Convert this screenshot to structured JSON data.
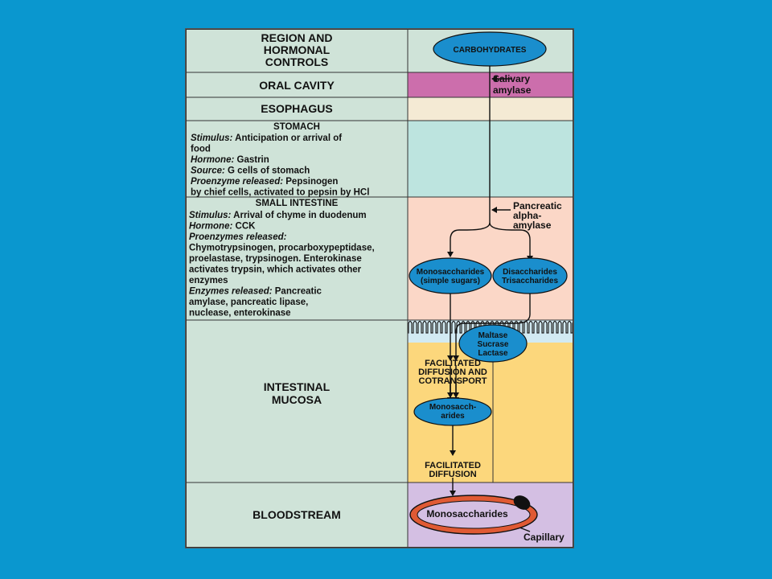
{
  "regions": {
    "header": "REGION AND\nHORMONAL\nCONTROLS",
    "oral": "ORAL CAVITY",
    "esophagus": "ESOPHAGUS",
    "stomach": {
      "title": "STOMACH",
      "lines": [
        [
          {
            "t": "Stimulus:",
            "i": true
          },
          {
            "t": " Anticipation or arrival of"
          }
        ],
        [
          {
            "t": "food"
          }
        ],
        [
          {
            "t": "Hormone:",
            "i": true
          },
          {
            "t": " Gastrin"
          }
        ],
        [
          {
            "t": "Source:",
            "i": true
          },
          {
            "t": " G cells of stomach"
          }
        ],
        [
          {
            "t": "Proenzyme released:",
            "i": true
          },
          {
            "t": " Pepsinogen"
          }
        ],
        [
          {
            "t": "by chief cells, activated to pepsin by HCl"
          }
        ]
      ]
    },
    "small_intestine": {
      "title": "SMALL INTESTINE",
      "lines": [
        [
          {
            "t": "Stimulus:",
            "i": true
          },
          {
            "t": " Arrival of chyme in duodenum"
          }
        ],
        [
          {
            "t": "Hormone:",
            "i": true
          },
          {
            "t": " CCK"
          }
        ],
        [
          {
            "t": "Proenzymes released:",
            "i": true
          }
        ],
        [
          {
            "t": "Chymotrypsinogen, procarboxypeptidase,"
          }
        ],
        [
          {
            "t": "proelastase, trypsinogen. Enterokinase"
          }
        ],
        [
          {
            "t": "activates trypsin, which activates other"
          }
        ],
        [
          {
            "t": "enzymes"
          }
        ],
        [
          {
            "t": "Enzymes released:",
            "i": true
          },
          {
            "t": " Pancreatic"
          }
        ],
        [
          {
            "t": "amylase, pancreatic lipase,"
          }
        ],
        [
          {
            "t": "nuclease, enterokinase"
          }
        ]
      ]
    },
    "mucosa": "INTESTINAL\nMUCOSA",
    "bloodstream": "BLOODSTREAM"
  },
  "pathway": {
    "carbohydrates": "CARBOHYDRATES",
    "salivary": "Salivary\namylase",
    "pancreatic": "Pancreatic\nalpha-\namylase",
    "mono_simple": "Monosaccharides\n(simple sugars)",
    "di_tri": "Disaccharides\nTrisaccharides",
    "brush_enzymes": "Maltase\nSucrase\nLactase",
    "fac_cotransport": "FACILITATED\nDIFFUSION AND\nCOTRANSPORT",
    "monosacch_arides": "Monosacch-\narides",
    "fac_diffusion": "FACILITATED\nDIFFUSION",
    "monosaccharides_blood": "Monosaccharides",
    "capillary": "Capillary"
  },
  "colors": {
    "left_column": "#cfe3d8",
    "oral": "#cc6eac",
    "esophagus": "#f4ead4",
    "stomach": "#bde4df",
    "small_intestine": "#fbd7c7",
    "mucosa_cell": "#fcd77c",
    "villi": "#d2eaf2",
    "bloodstream": "#d4bfe3",
    "oval": "#1a8ecd",
    "capillary": "#e05a34"
  }
}
